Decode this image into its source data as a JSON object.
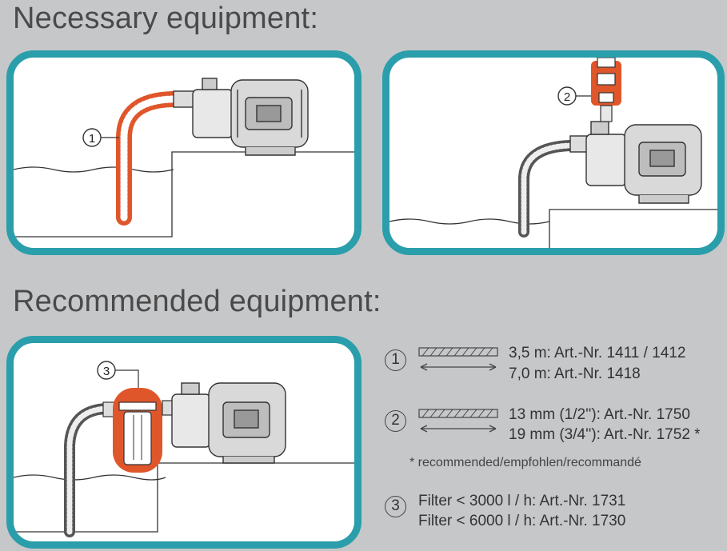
{
  "headings": {
    "necessary": "Necessary equipment:",
    "recommended": "Recommended equipment:"
  },
  "panels": {
    "panel1": {
      "callout": "1"
    },
    "panel2": {
      "callout": "2"
    },
    "panel3": {
      "callout": "3"
    }
  },
  "legend": {
    "hose": {
      "number": "1",
      "line1": "3,5 m: Art.-Nr. 1411 / 1412",
      "line2": "7,0 m: Art.-Nr. 1418"
    },
    "connector": {
      "number": "2",
      "line1": "13 mm (1/2''): Art.-Nr. 1750",
      "line2": "19 mm (3/4''): Art.-Nr. 1752 *"
    },
    "note": "* recommended/empfohlen/recommandé",
    "filter": {
      "number": "3",
      "line1": "Filter < 3000 l / h: Art.-Nr. 1731",
      "line2": "Filter < 6000 l / h: Art.-Nr. 1730"
    }
  },
  "colors": {
    "panel_border": "#2a9eab",
    "highlight": "#e0562b",
    "background": "#c6c7c9"
  }
}
